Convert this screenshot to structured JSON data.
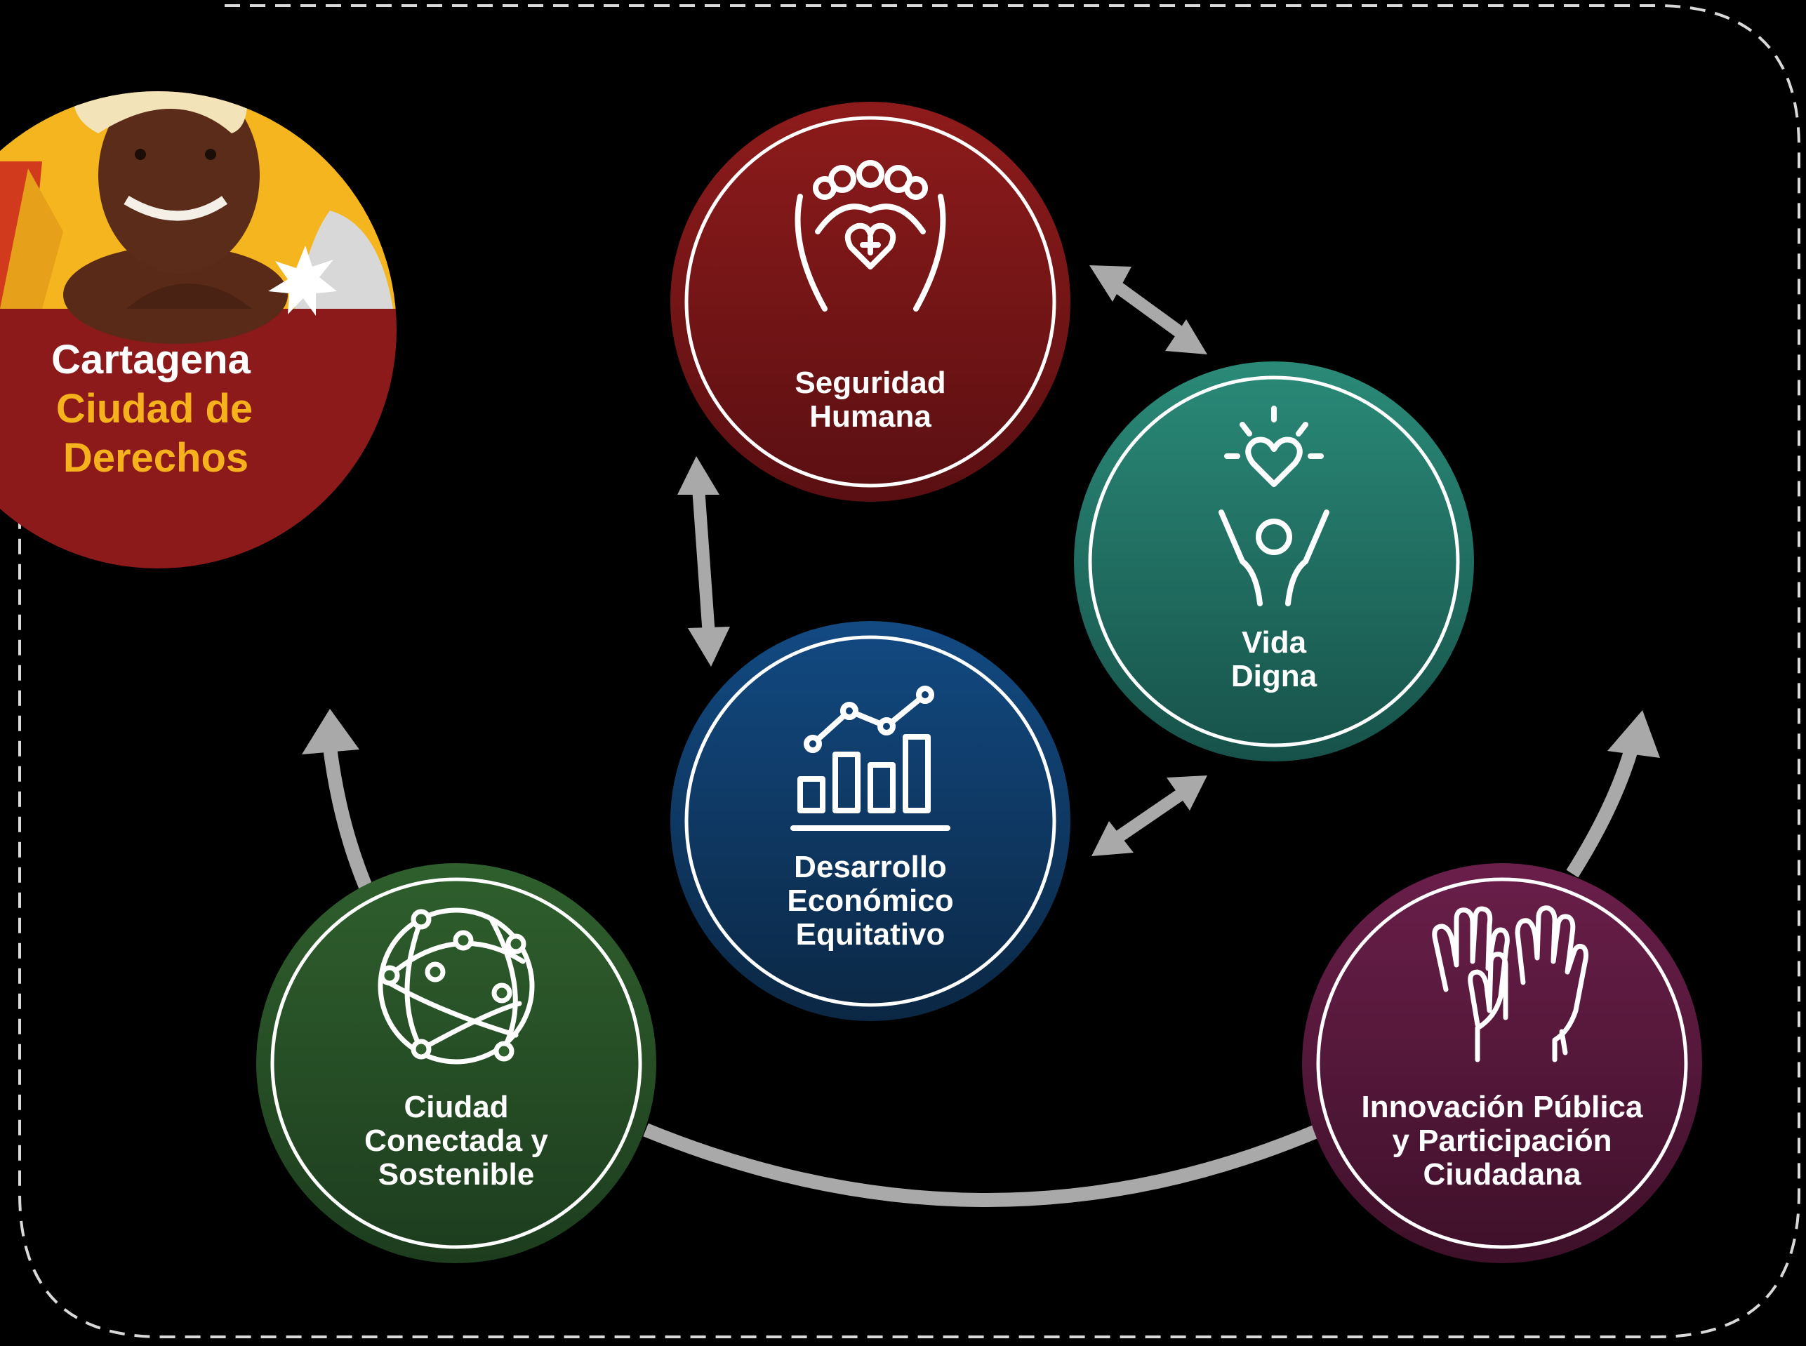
{
  "badge": {
    "lines": [
      "Cartagena",
      "Ciudad de",
      "Derechos"
    ],
    "colors": {
      "primary_text": "#ffffff",
      "accent_text": "#f6b21c",
      "badge_red": "#8c1a1a",
      "badge_yellow": "#f4b51e"
    },
    "photo": "smiling woman wearing a headscarf"
  },
  "pillars": [
    {
      "id": "seguridad",
      "lines": [
        "Seguridad",
        "Humana"
      ],
      "icon": "hands-holding-people-heart-icon",
      "color_top": "#8e1b1b",
      "color_bottom": "#5a0f12"
    },
    {
      "id": "vida",
      "lines": [
        "Vida",
        "Digna"
      ],
      "icon": "person-raised-arms-heart-icon",
      "color_top": "#2a8a78",
      "color_bottom": "#17524a"
    },
    {
      "id": "desarrollo",
      "lines": [
        "Desarrollo",
        "Económico",
        "Equitativo"
      ],
      "icon": "bar-chart-trend-icon",
      "color_top": "#0f3f72",
      "color_bottom": "#0b2744"
    },
    {
      "id": "ciudad",
      "lines": [
        "Ciudad",
        "Conectada y",
        "Sostenible"
      ],
      "icon": "network-globe-icon",
      "color_top": "#2f5f2d",
      "color_bottom": "#1d3d1e"
    },
    {
      "id": "innovacion",
      "lines": [
        "Innovación Pública",
        "y Participación",
        "Ciudadana"
      ],
      "icon": "raised-hands-icon",
      "color_top": "#6a1f4a",
      "color_bottom": "#3e1029"
    }
  ],
  "colors": {
    "background": "#000000",
    "arrow": "#a9a9a9",
    "frame_dash": "#d9d9d9",
    "ring": "#ffffff"
  }
}
